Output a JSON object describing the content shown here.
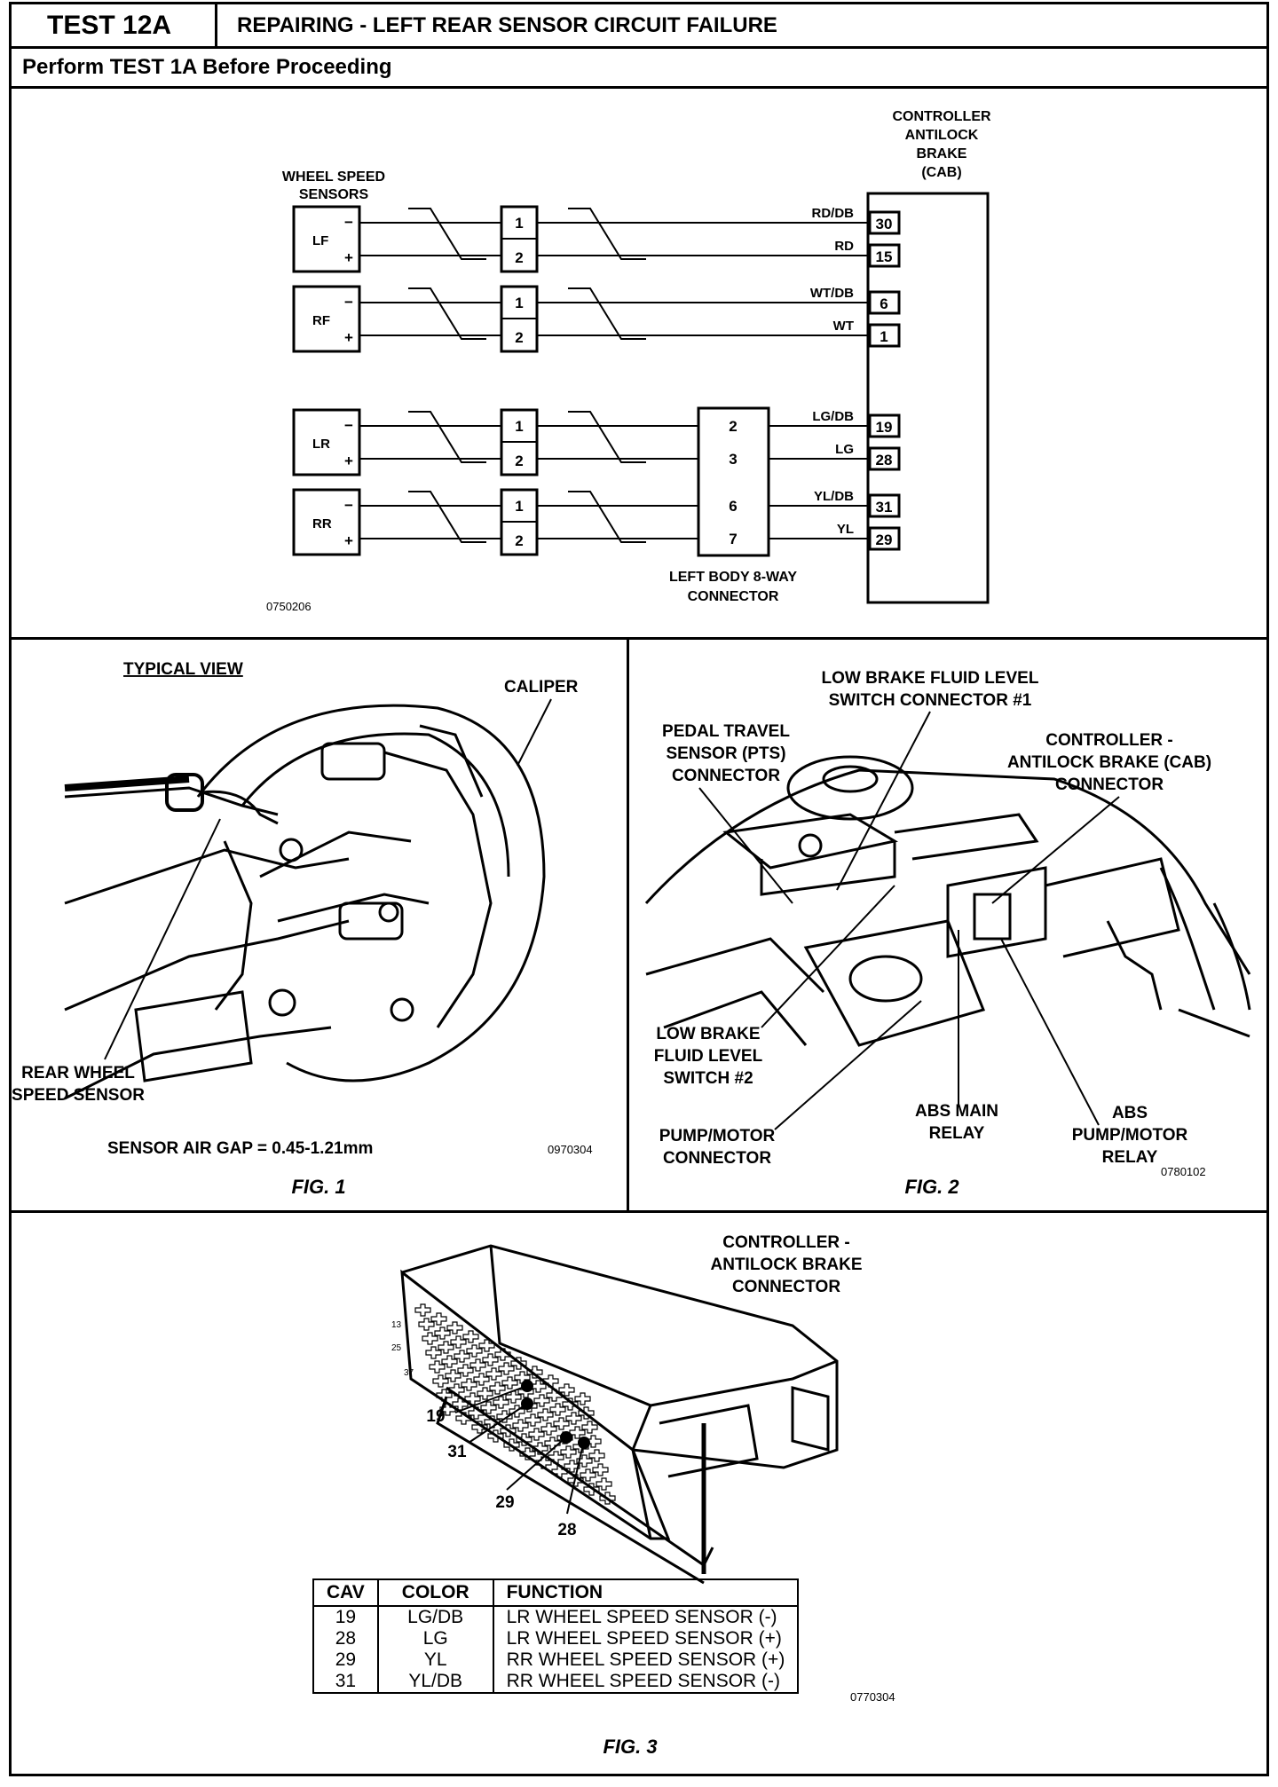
{
  "header": {
    "test_id": "TEST 12A",
    "title": "REPAIRING - LEFT REAR SENSOR CIRCUIT FAILURE",
    "subtitle": "Perform TEST 1A Before Proceeding"
  },
  "wiring": {
    "cab_title": [
      "CONTROLLER",
      "ANTILOCK",
      "BRAKE",
      "(CAB)"
    ],
    "sensors_title": [
      "WHEEL SPEED",
      "SENSORS"
    ],
    "sensors": [
      "LF",
      "RF",
      "LR",
      "RR"
    ],
    "minus": "−",
    "plus": "+",
    "pin1": "1",
    "pin2": "2",
    "wire_colors": [
      "RD/DB",
      "RD",
      "WT/DB",
      "WT",
      "LG/DB",
      "LG",
      "YL/DB",
      "YL"
    ],
    "cab_pins": [
      "30",
      "15",
      "6",
      "1",
      "19",
      "28",
      "31",
      "29"
    ],
    "body_connector_pins": [
      "2",
      "3",
      "6",
      "7"
    ],
    "body_connector_label": [
      "LEFT BODY 8-WAY",
      "CONNECTOR"
    ],
    "ref": "0750206"
  },
  "fig1": {
    "typical_view": "TYPICAL VIEW",
    "caliper": "CALIPER",
    "rear_sensor": [
      "REAR WHEEL",
      "SPEED SENSOR"
    ],
    "air_gap": "SENSOR AIR GAP  = 0.45-1.21mm",
    "ref": "0970304",
    "caption": "FIG. 1"
  },
  "fig2": {
    "low_fluid_1": [
      "LOW BRAKE FLUID LEVEL",
      "SWITCH CONNECTOR #1"
    ],
    "pts": [
      "PEDAL TRAVEL",
      "SENSOR (PTS)",
      "CONNECTOR"
    ],
    "cab_conn": [
      "CONTROLLER -",
      "ANTILOCK BRAKE (CAB)",
      "CONNECTOR"
    ],
    "low_fluid_2": [
      "LOW BRAKE",
      "FLUID LEVEL",
      "SWITCH #2"
    ],
    "pump_conn": [
      "PUMP/MOTOR",
      "CONNECTOR"
    ],
    "abs_main": [
      "ABS MAIN",
      "RELAY"
    ],
    "abs_pump": [
      "ABS",
      "PUMP/MOTOR",
      "RELAY"
    ],
    "ref": "0780102",
    "caption": "FIG. 2"
  },
  "fig3": {
    "title": [
      "CONTROLLER -",
      "ANTILOCK BRAKE",
      "CONNECTOR"
    ],
    "callouts": [
      "19",
      "31",
      "29",
      "28"
    ],
    "side_nums": [
      "13",
      "25",
      "37"
    ],
    "table": {
      "headers": [
        "CAV",
        "COLOR",
        "FUNCTION"
      ],
      "rows": [
        [
          "19",
          "LG/DB",
          "LR WHEEL SPEED SENSOR (-)"
        ],
        [
          "28",
          "LG",
          "LR WHEEL SPEED SENSOR (+)"
        ],
        [
          "29",
          "YL",
          "RR WHEEL SPEED SENSOR (+)"
        ],
        [
          "31",
          "YL/DB",
          "RR WHEEL SPEED SENSOR (-)"
        ]
      ]
    },
    "ref": "0770304",
    "caption": "FIG. 3"
  }
}
